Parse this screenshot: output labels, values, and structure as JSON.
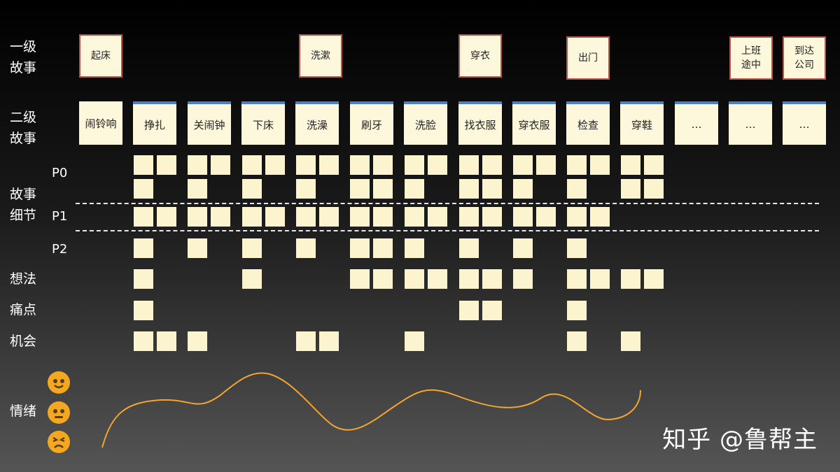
{
  "row_labels": {
    "level1": [
      "一级",
      "故事"
    ],
    "level2": [
      "二级",
      "故事"
    ],
    "details": [
      "故事",
      "细节"
    ],
    "ideas": "想法",
    "pain": "痛点",
    "opportunity": "机会",
    "emotion": "情绪"
  },
  "priority_labels": [
    "P0",
    "P1",
    "P2"
  ],
  "level1_stories": [
    "起床",
    "洗漱",
    "穿衣",
    "出门",
    "上班\n途中",
    "到达\n公司"
  ],
  "level2_stories": [
    "闹铃响",
    "挣扎",
    "关闹钟",
    "下床",
    "洗澡",
    "刷牙",
    "洗脸",
    "找衣服",
    "穿衣服",
    "检查",
    "穿鞋",
    "…",
    "…",
    "…"
  ],
  "emotion_faces": [
    "happy-face-icon",
    "neutral-face-icon",
    "sad-face-icon"
  ],
  "colors": {
    "card": "#fdf7db",
    "l1_border": "#c0504d",
    "l2_bar": "#4a7fcf",
    "curve": "#f2a531"
  },
  "watermark": "知乎 @鲁帮主"
}
